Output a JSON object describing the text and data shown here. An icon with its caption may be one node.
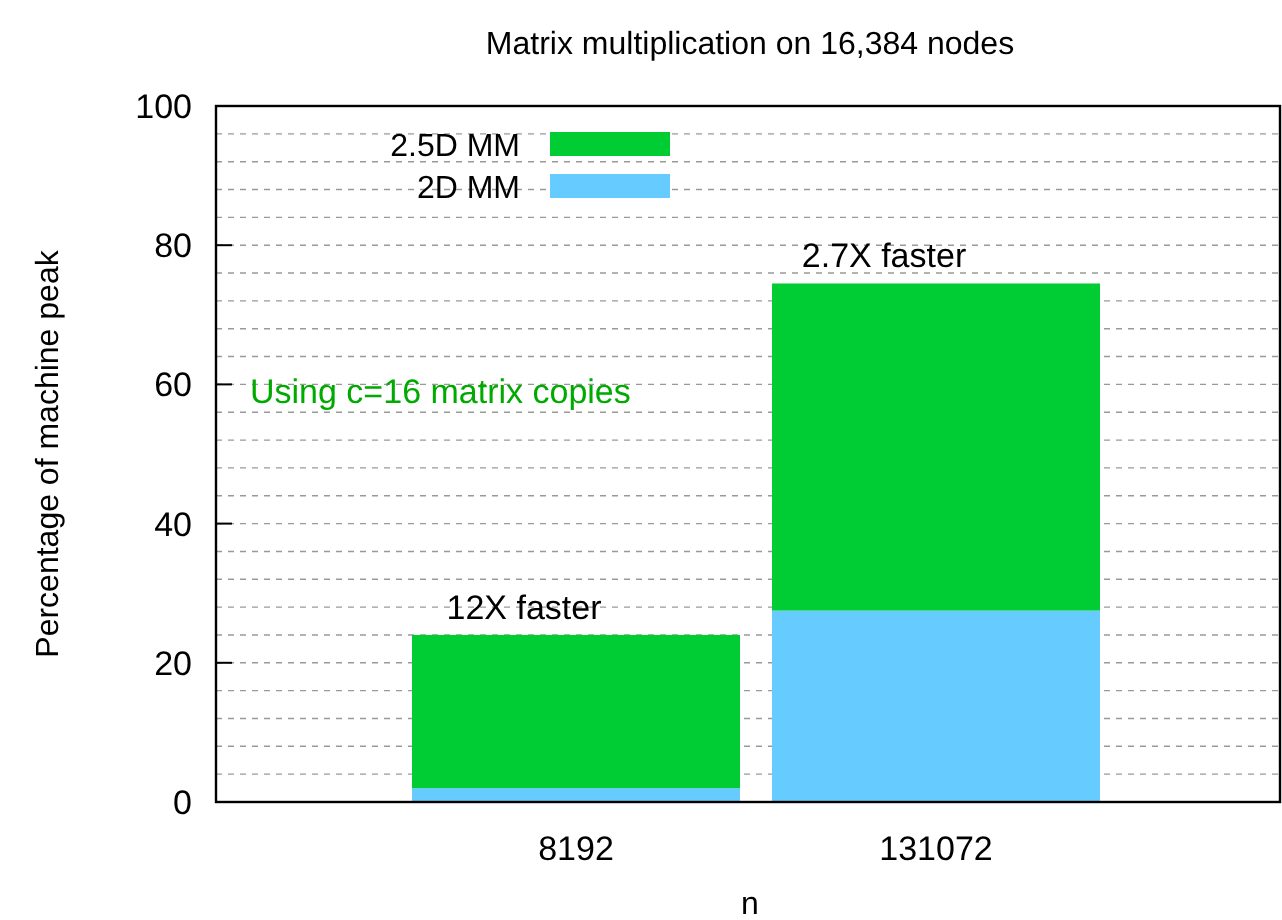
{
  "diagram": {
    "chart_data": {
      "type": "bar",
      "title": "Matrix multiplication on 16,384 nodes",
      "xlabel": "n",
      "ylabel": "Percentage of machine peak",
      "categories": [
        "8192",
        "131072"
      ],
      "series": [
        {
          "name": "2D MM",
          "color": "#66ccff",
          "values": [
            2,
            27.5
          ]
        },
        {
          "name": "2.5D MM",
          "color": "#00cc33",
          "values": [
            22,
            47
          ]
        }
      ],
      "ylim": [
        0,
        100
      ],
      "yticks": [
        0,
        20,
        40,
        60,
        80,
        100
      ],
      "stacked": true,
      "grid": true,
      "legend": true,
      "annotations": [
        {
          "text": "12X faster",
          "x": "8192",
          "y": 24
        },
        {
          "text": "2.7X faster",
          "x": "131072",
          "y": 74.5
        },
        "Using c=16 matrix copies"
      ]
    }
  }
}
